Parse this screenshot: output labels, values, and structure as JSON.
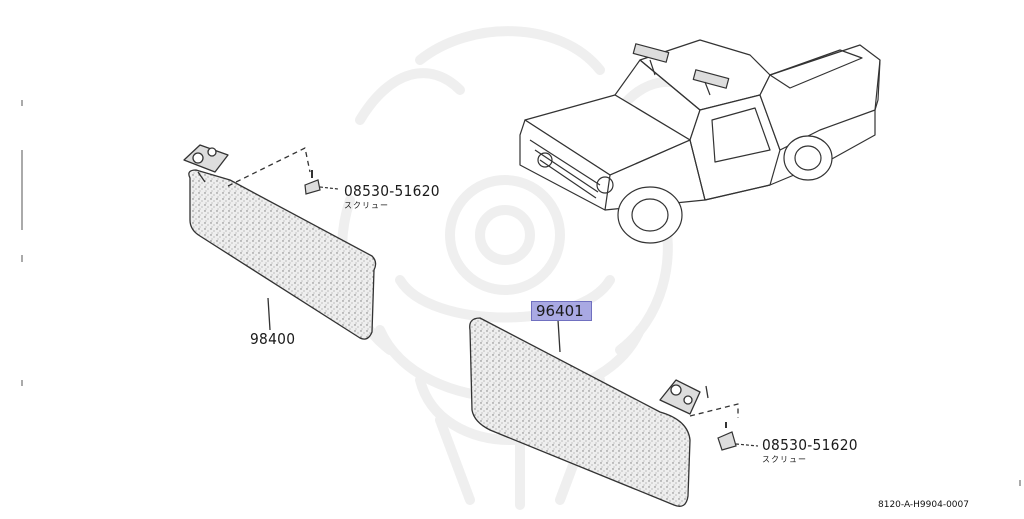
{
  "parts": {
    "visor_left": {
      "number": "98400"
    },
    "visor_right": {
      "number": "96401"
    },
    "screw_top": {
      "number": "08530-51620",
      "subtext": "スクリュー"
    },
    "screw_bottom": {
      "number": "08530-51620",
      "subtext": "スクリュー"
    }
  },
  "diagram_code": "8120-A-H9904-0007",
  "colors": {
    "highlight_fill": "#a9a9e3",
    "highlight_border": "#7070c0",
    "line": "#333333",
    "watermark": "#efefef"
  }
}
